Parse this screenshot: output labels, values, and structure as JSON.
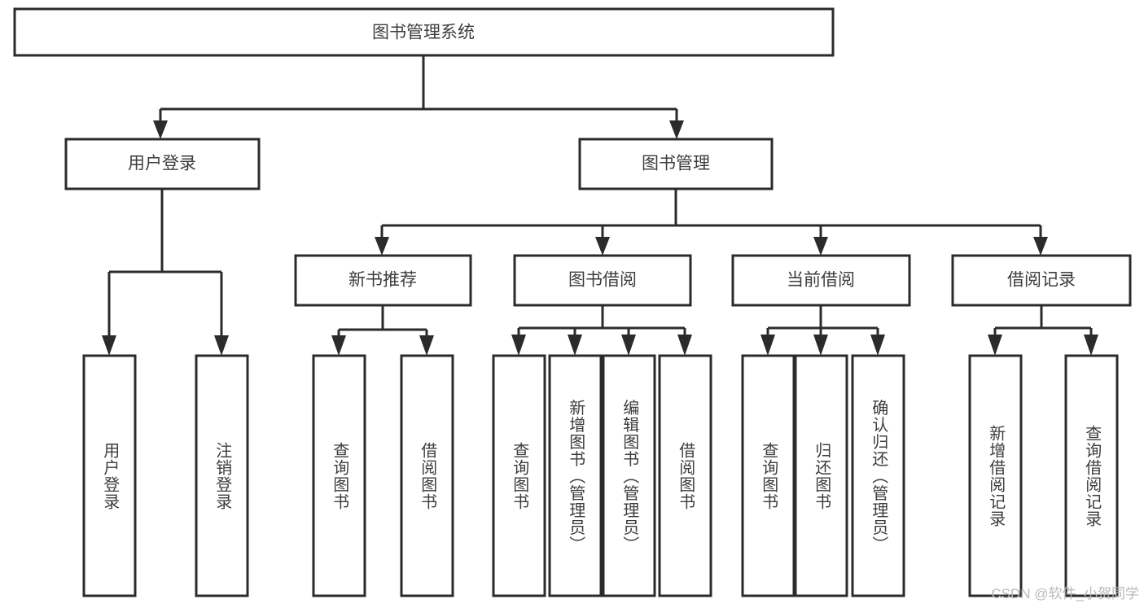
{
  "diagram": {
    "title": "图书管理系统",
    "type": "tree-hierarchy-chart",
    "orientation": "top-down",
    "colors": {
      "box_stroke": "#2b2b2b",
      "box_fill": "#ffffff",
      "connector": "#2b2b2b",
      "label_text": "#3d3d3d",
      "background": "#ffffff",
      "watermark": "#b9b9b9"
    },
    "root": {
      "label": "图书管理系统"
    },
    "level2": [
      {
        "label": "用户登录"
      },
      {
        "label": "图书管理"
      }
    ],
    "level3": [
      {
        "label": "新书推荐"
      },
      {
        "label": "图书借阅"
      },
      {
        "label": "当前借阅"
      },
      {
        "label": "借阅记录"
      }
    ],
    "leaves": {
      "user_login": [
        {
          "label": "用户登录"
        },
        {
          "label": "注销登录"
        }
      ],
      "new_book_recommend": [
        {
          "label": "查询图书"
        },
        {
          "label": "借阅图书"
        }
      ],
      "book_borrow": [
        {
          "label": "查询图书"
        },
        {
          "label": "新增图书（管理员）"
        },
        {
          "label": "编辑图书（管理员）"
        },
        {
          "label": "借阅图书"
        }
      ],
      "current_borrow": [
        {
          "label": "查询图书"
        },
        {
          "label": "归还图书"
        },
        {
          "label": "确认归还（管理员）"
        }
      ],
      "borrow_record": [
        {
          "label": "新增借阅记录"
        },
        {
          "label": "查询借阅记录"
        }
      ]
    }
  },
  "watermark": {
    "text": "CSDN @软件_小贺同学"
  }
}
